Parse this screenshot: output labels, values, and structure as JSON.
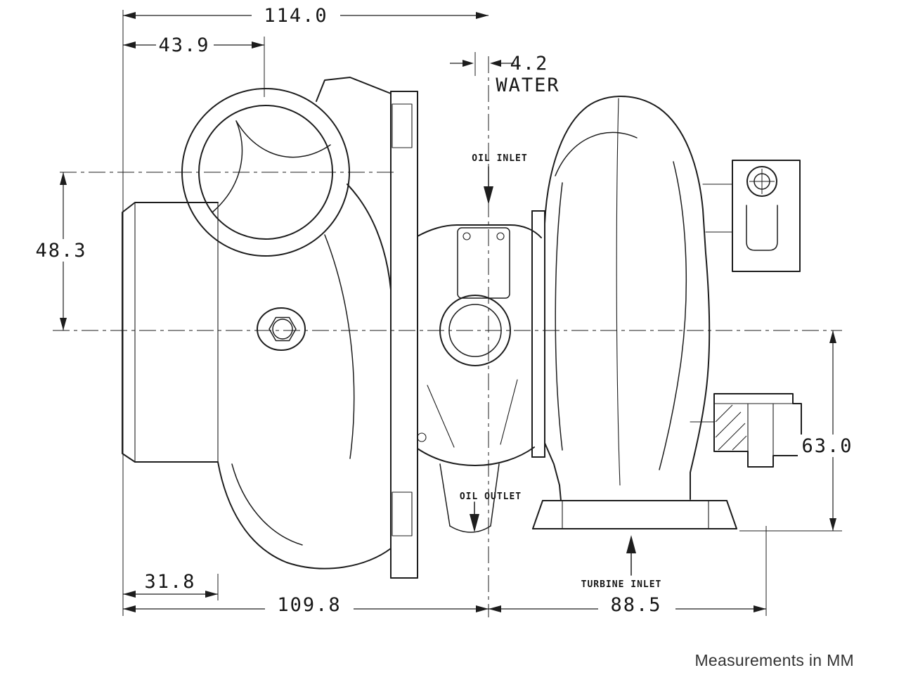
{
  "drawing": {
    "note": "Measurements in MM",
    "dimensions": {
      "overall_width": "114.0",
      "inlet_offset": "43.9",
      "water_port": "4.2",
      "water_label": "WATER",
      "compressor_inlet_height": "48.3",
      "turbine_height": "63.0",
      "outlet_flange_offset": "31.8",
      "compressor_length": "109.8",
      "turbine_length": "88.5"
    },
    "labels": {
      "oil_inlet": "OIL INLET",
      "oil_outlet": "OIL OUTLET",
      "turbine_inlet": "TURBINE INLET"
    },
    "colors": {
      "ink": "#1d1d1d",
      "paper": "#ffffff"
    }
  }
}
